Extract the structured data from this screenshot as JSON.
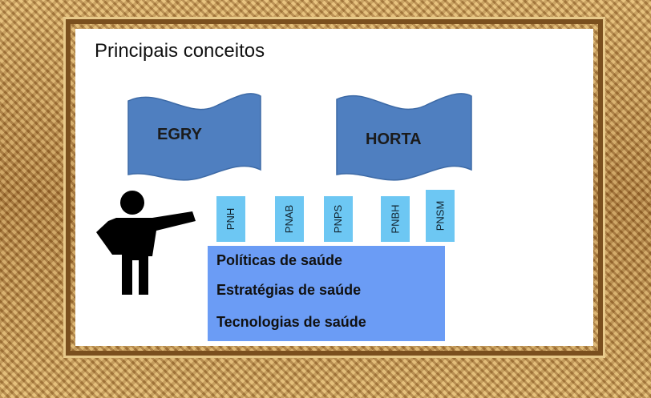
{
  "title": "Principais conceitos",
  "banners": [
    {
      "label": "EGRY",
      "color": "#4f7fc0"
    },
    {
      "label": "HORTA",
      "color": "#4f7fc0"
    }
  ],
  "tags": [
    "PNH",
    "PNAB",
    "PNPS",
    "PNBH",
    "PNSM"
  ],
  "box_lines": [
    "Políticas de saúde",
    "Estratégias de saúde",
    "Tecnologias de saúde"
  ],
  "colors": {
    "tag": "#6dc7f3",
    "box": "#6b9cf5",
    "figure": "#000000"
  },
  "figure_icon": "pointing-person-icon"
}
